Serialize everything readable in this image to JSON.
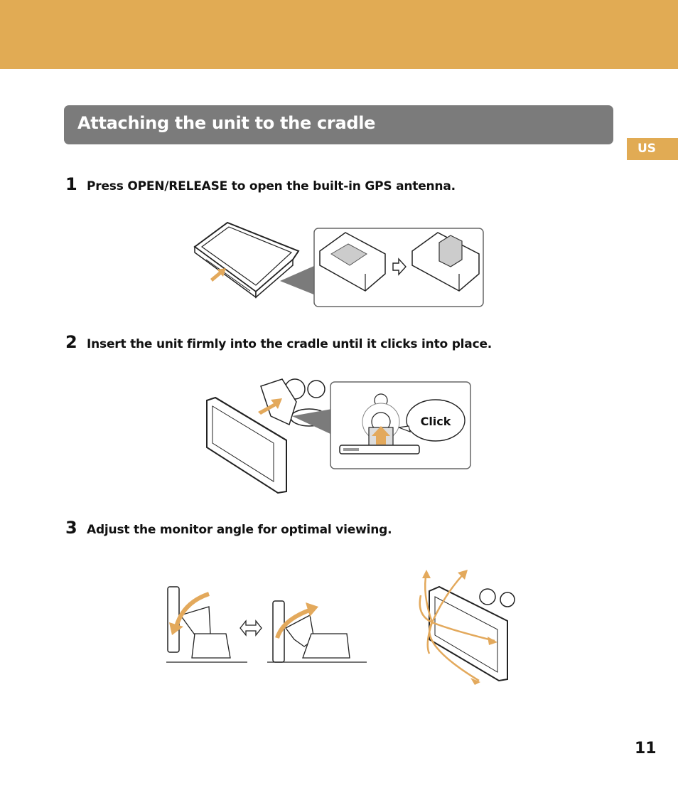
{
  "header": {
    "title": "Attaching the unit to the cradle",
    "lang_tab": "US"
  },
  "steps": [
    {
      "number": "1",
      "text": "Press OPEN/RELEASE to open the built-in GPS antenna."
    },
    {
      "number": "2",
      "text": "Insert the unit firmly into the cradle until it clicks into place."
    },
    {
      "number": "3",
      "text": "Adjust the monitor angle for optimal viewing."
    }
  ],
  "figure2": {
    "callout": "Click"
  },
  "page_number": "11",
  "colors": {
    "accent": "#e1ab54",
    "header_bar": "#7b7b7b",
    "arrow": "#e3a95c"
  }
}
